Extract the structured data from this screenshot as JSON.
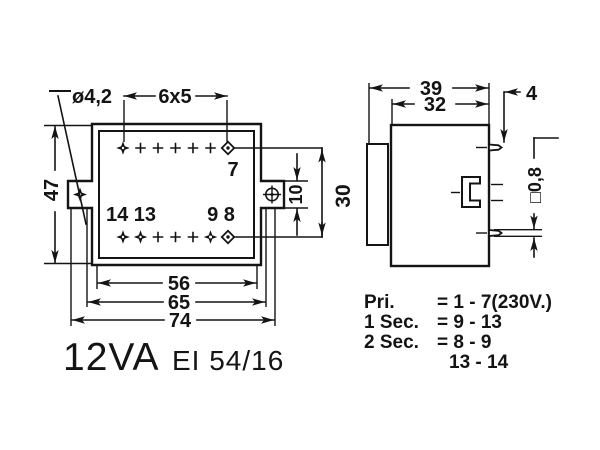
{
  "colors": {
    "background": "#ffffff",
    "ink": "#141414"
  },
  "front_view": {
    "dims": {
      "hole": "ø4,2",
      "pitch": "6x5",
      "height": "47",
      "ear": "10",
      "rows": "30",
      "w1": "56",
      "w2": "65",
      "w3": "74"
    },
    "pins": {
      "p7": "7",
      "p14_13": "14 13",
      "p9_8": "9 8"
    }
  },
  "side_view": {
    "dims": {
      "depth": "39",
      "body": "32",
      "pin_length": "4",
      "pin_square": "□0,8"
    }
  },
  "title": {
    "power": "12VA",
    "core": "EI 54/16"
  },
  "connections": {
    "rows": [
      {
        "label": "Pri.",
        "value": "= 1 - 7(230V.)"
      },
      {
        "label": "1 Sec.",
        "value": "= 9 - 13"
      },
      {
        "label": "2 Sec.",
        "value": "= 8 - 9"
      },
      {
        "label": "",
        "value": "13 - 14"
      }
    ]
  }
}
